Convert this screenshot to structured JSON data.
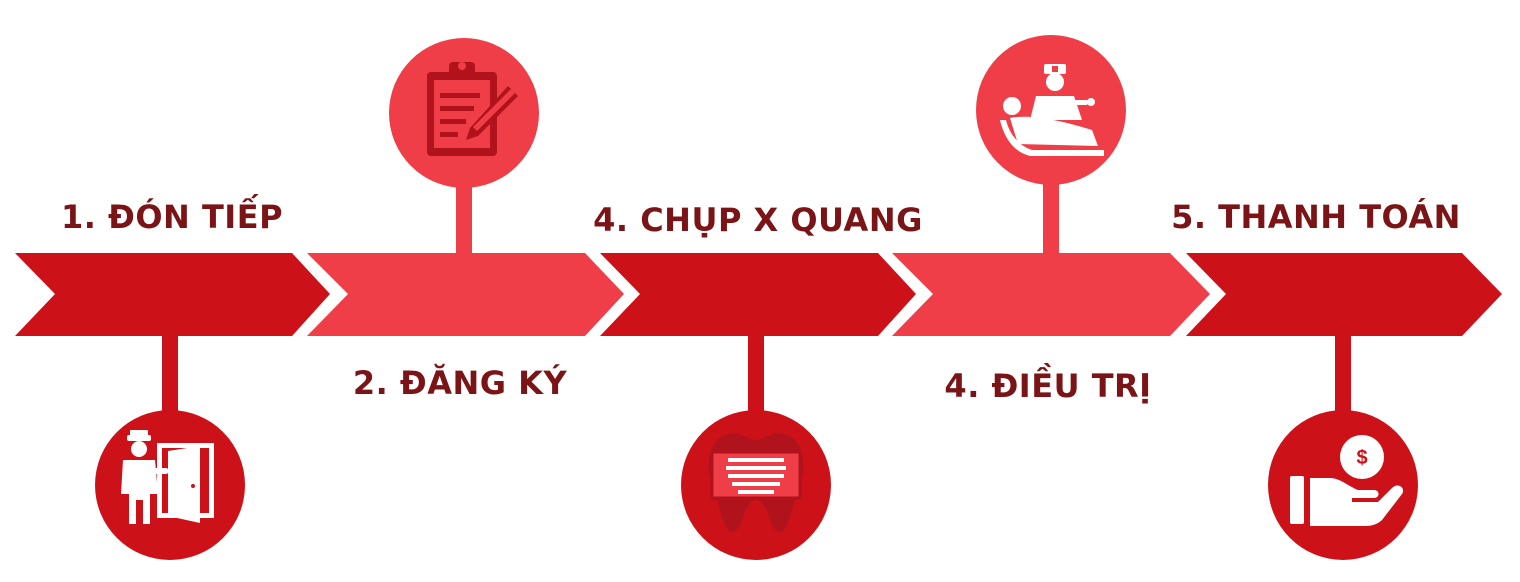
{
  "colors": {
    "dark_red": "#cd1119",
    "light_red": "#ef3e47",
    "label": "#7a1416",
    "icon_dark": "#b0131b",
    "white": "#ffffff"
  },
  "steps": [
    {
      "label": "1. ĐÓN TIẾP",
      "icon": "receptionist-door-icon",
      "position": "below"
    },
    {
      "label": "2. ĐĂNG KÝ",
      "icon": "clipboard-pen-icon",
      "position": "above"
    },
    {
      "label": "4. CHỤP X QUANG",
      "icon": "tooth-xray-icon",
      "position": "below"
    },
    {
      "label": "4. ĐIỀU TRỊ",
      "icon": "dentist-patient-icon",
      "position": "above"
    },
    {
      "label": "5. THANH TOÁN",
      "icon": "hand-coin-icon",
      "position": "below"
    }
  ]
}
